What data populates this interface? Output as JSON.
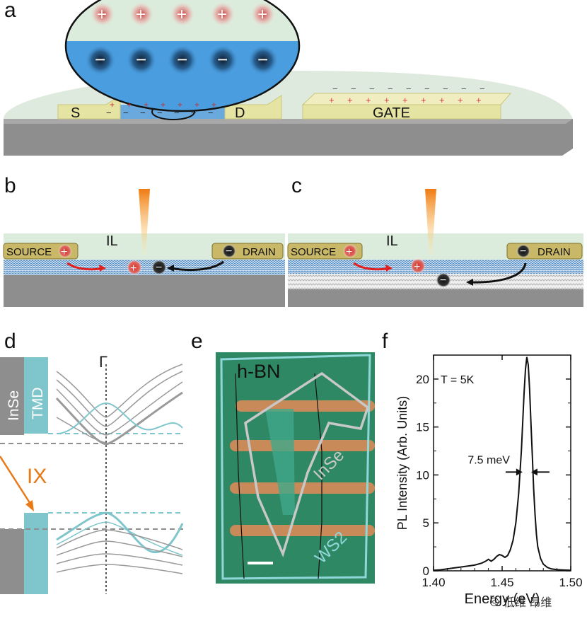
{
  "panels": {
    "a": "a",
    "b": "b",
    "c": "c",
    "d": "d",
    "e": "e",
    "f": "f"
  },
  "panel_a": {
    "source": "S",
    "drain": "D",
    "gate": "GATE",
    "plus": "+",
    "minus": "−"
  },
  "panel_b": {
    "source": "SOURCE",
    "drain": "DRAIN",
    "il": "IL"
  },
  "panel_c": {
    "source": "SOURCE",
    "drain": "DRAIN",
    "il": "IL"
  },
  "panel_d": {
    "insе": "InSe",
    "tmd": "TMD",
    "ix": "IX",
    "gamma": "Γ"
  },
  "panel_e": {
    "hbn": "h-BN",
    "inse": "InSe",
    "ws2": "WS2"
  },
  "chart_data": {
    "type": "line",
    "xlabel": "Energy (eV)",
    "ylabel": "PL Intensity (Arb. Units)",
    "annotation_T": "T = 5K",
    "annotation_width": "7.5 meV",
    "xlim": [
      1.4,
      1.5
    ],
    "ylim": [
      0,
      22.5
    ],
    "xticks": [
      "1.40",
      "1.45",
      "1.50"
    ],
    "yticks": [
      "0",
      "5",
      "10",
      "15",
      "20"
    ],
    "series": [
      {
        "x": [
          1.4,
          1.405,
          1.41,
          1.415,
          1.42,
          1.425,
          1.43,
          1.435,
          1.438,
          1.44,
          1.442,
          1.444,
          1.446,
          1.448,
          1.45,
          1.452,
          1.454,
          1.456,
          1.458,
          1.46,
          1.462,
          1.464,
          1.465,
          1.466,
          1.467,
          1.468,
          1.469,
          1.47,
          1.471,
          1.472,
          1.473,
          1.474,
          1.475,
          1.476,
          1.478,
          1.48,
          1.483,
          1.486,
          1.49,
          1.495,
          1.5
        ],
        "y": [
          0.05,
          0.1,
          0.2,
          0.3,
          0.4,
          0.5,
          0.6,
          0.8,
          1.0,
          1.2,
          1.0,
          1.2,
          1.5,
          1.7,
          1.6,
          1.4,
          1.6,
          2.2,
          3.2,
          5.0,
          8.0,
          12.5,
          15.5,
          18.5,
          21.0,
          22.3,
          21.5,
          19.0,
          15.5,
          12.0,
          8.5,
          5.8,
          3.8,
          2.5,
          1.3,
          0.7,
          0.35,
          0.2,
          0.12,
          0.08,
          0.05
        ]
      }
    ]
  },
  "footer": {
    "text": "低维 昂维"
  },
  "colors": {
    "substrate": "#8e8e8e",
    "electrode": "#e6e4a2",
    "channel": "#6aa9dd",
    "il": "#dcecdc",
    "accent_orange": "#e87a17",
    "tmd": "#7fc6cc"
  }
}
